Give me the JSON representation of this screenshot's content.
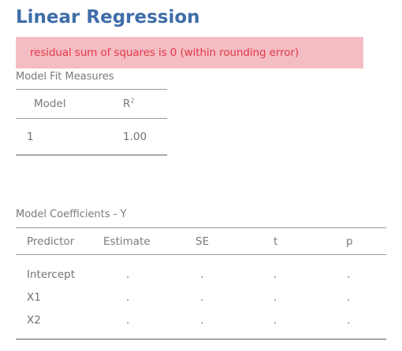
{
  "title": "Linear Regression",
  "error_message": "residual sum of squares is 0 (within rounding error)",
  "fit_table": {
    "title": "Model Fit Measures",
    "headers": {
      "model": "Model",
      "r": "R",
      "r_sup": "2"
    },
    "rows": [
      {
        "model": "1",
        "r2": "1.00"
      }
    ]
  },
  "coef_table": {
    "title": "Model Coefficients - Y",
    "headers": [
      "Predictor",
      "Estimate",
      "SE",
      "t",
      "p"
    ],
    "rows": [
      {
        "predictor": "Intercept",
        "estimate": ".",
        "se": ".",
        "t": ".",
        "p": "."
      },
      {
        "predictor": "X1",
        "estimate": ".",
        "se": ".",
        "t": ".",
        "p": "."
      },
      {
        "predictor": "X2",
        "estimate": ".",
        "se": ".",
        "t": ".",
        "p": "."
      }
    ]
  }
}
